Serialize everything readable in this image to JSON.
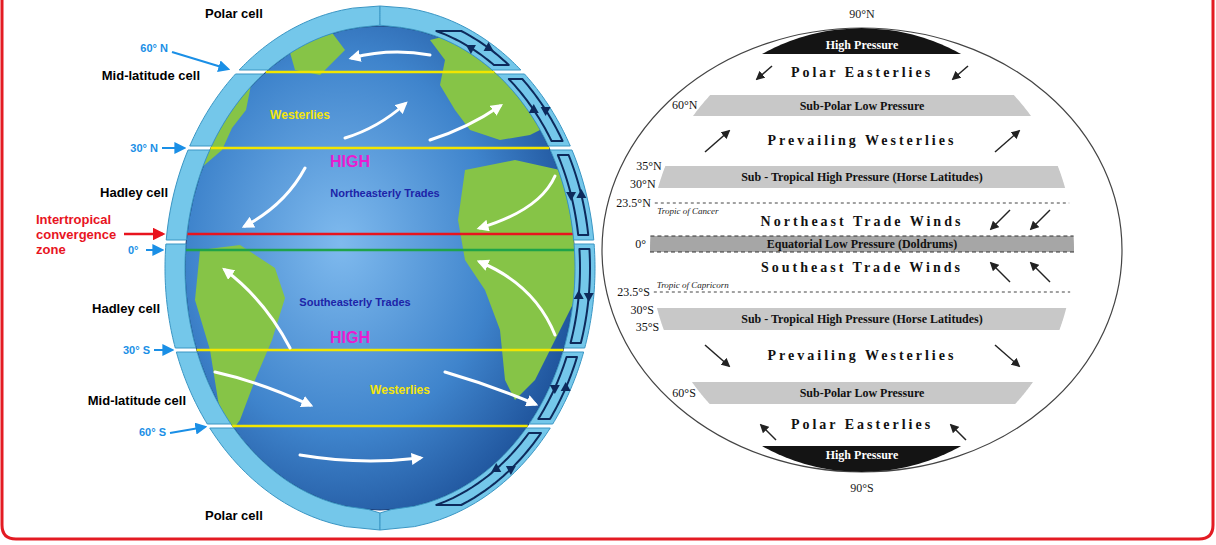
{
  "diagram": {
    "nodes": [
      {
        "text": [
          "High Pressure"
        ]
      },
      {
        "text": [
          "Sub-Polar Low Pressure"
        ]
      },
      {
        "text": [
          "Sub - Tropical High Pressure (Horse Latitudes)"
        ]
      },
      {
        "text": [
          "Equatorial Low Pressure (Doldrums)"
        ]
      },
      {
        "text": [
          "Sub - Tropical High Pressure (Horse Latitudes)"
        ]
      },
      {
        "text": [
          "Sub-Polar Low Pressure"
        ]
      },
      {
        "text": [
          "High Pressure"
        ]
      }
    ],
    "labels": [
      "Polar cell",
      "60° N",
      "Mid-latitude cell",
      "Westerlies",
      "30° N",
      "HIGH",
      "Hadley cell",
      "Northeasterly Trades",
      "Intertropical convergence zone",
      "0°",
      "Hadley cell",
      "Southeasterly Trades",
      "30° S",
      "HIGH",
      "Mid-latitude cell",
      "Westerlies",
      "60° S",
      "Polar cell",
      "90°N",
      "Polar Easterlies",
      "60°N",
      "Prevailing Westerlies",
      "35°N",
      "30°N",
      "23.5°N",
      "Tropic of Cancer",
      "Northeast Trade Winds",
      "0°",
      "Southeast Trade Winds",
      "23.5°S",
      "Tropic of Capricorn",
      "30°S",
      "35°S",
      "Prevailing Westerlies",
      "60°S",
      "Polar Easterlies",
      "90°S"
    ]
  }
}
